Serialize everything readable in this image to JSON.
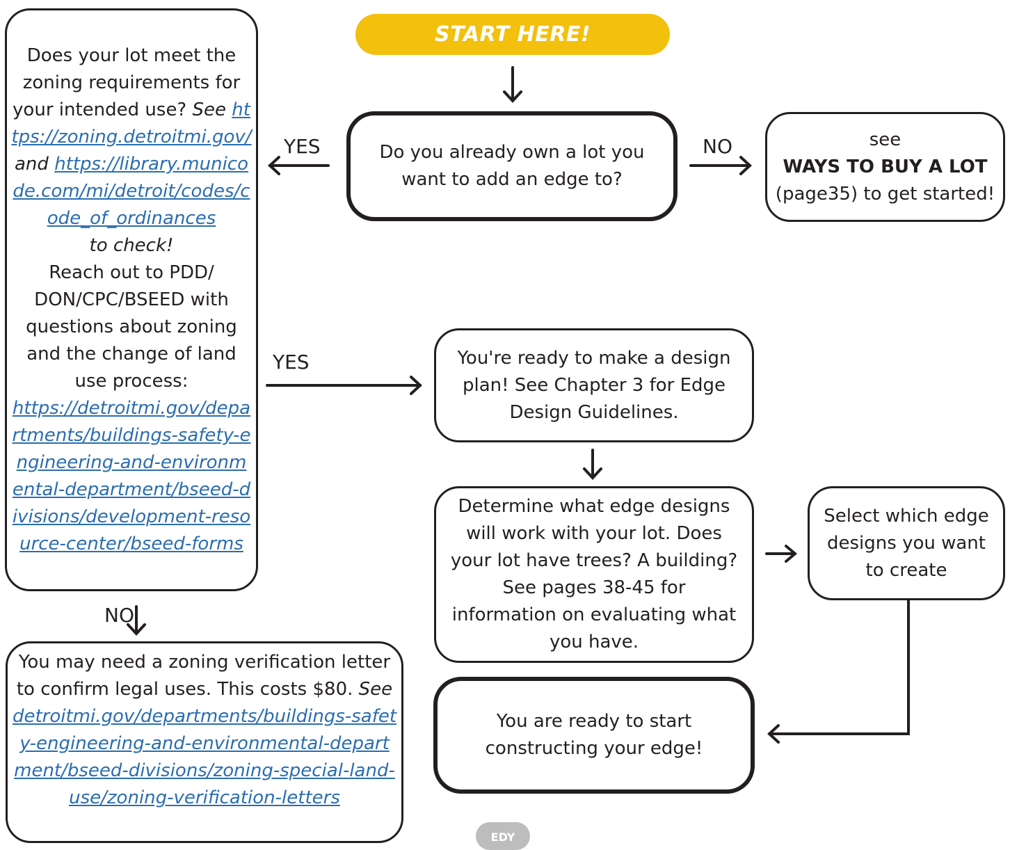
{
  "start": {
    "label": "START HERE!"
  },
  "q_own": {
    "text": "Do you already own a lot you want to add an edge to?"
  },
  "labels": {
    "yes_top": "YES",
    "no_top": "NO",
    "yes_mid": "YES",
    "no_left": "NO"
  },
  "buy": {
    "pre": "see",
    "bold": "WAYS TO BUY A LOT",
    "post": "(page35) to get started!"
  },
  "zoning": {
    "question": "Does your lot meet the zoning requirements for your intended use?",
    "see": "See",
    "link1": "https://zoning.detroitmi.gov/",
    "and": "and",
    "link2": "https://library.municode.com/mi/detroit/codes/code_of_ordinances",
    "to_check": "to check!",
    "reach": "Reach out to PDD/ DON/CPC/BSEED with questions about zoning and the change of land use process:",
    "link3": "https://detroitmi.gov/departments/buildings-safety-engineering-and-environmental-department/bseed-divisions/development-resource-center/bseed-forms"
  },
  "verification": {
    "text": "You may need a zoning verification letter to confirm legal uses. This costs $80.",
    "see": "See",
    "link": "detroitmi.gov/departments/buildings-safety-engineering-and-environmental-department/bseed-divisions/zoning-special-land-use/zoning-verification-letters"
  },
  "design_plan": {
    "text": "You're ready to make a design plan! See Chapter 3 for Edge Design Guidelines."
  },
  "determine": {
    "text": "Determine what edge designs will work with your lot. Does your lot have trees? A building? See pages 38-45 for information on evaluating what you have."
  },
  "select": {
    "text": "Select which edge designs you want to create"
  },
  "construct": {
    "text": "You are ready to start constructing your edge!"
  },
  "logo": {
    "text": "EDY"
  }
}
